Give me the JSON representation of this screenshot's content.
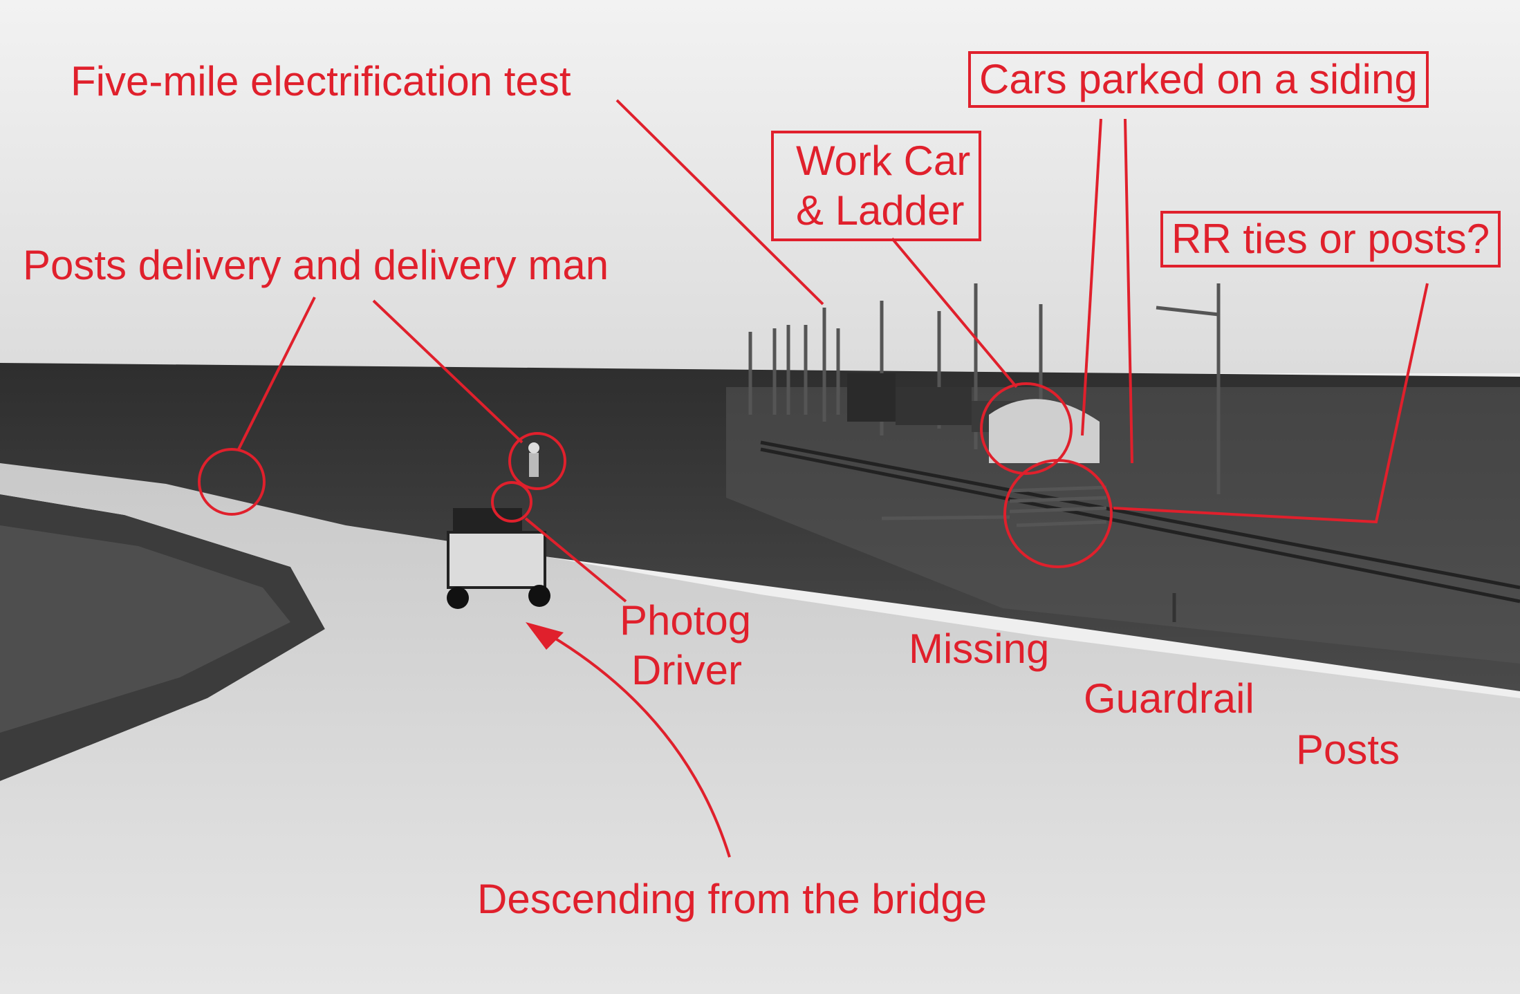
{
  "photo": {
    "kind": "archival-photograph",
    "subject": "dirt road, car, railway line with electric poles"
  },
  "annotations": {
    "five_mile": "Five-mile electrification test",
    "cars_parked": "Cars parked on a siding",
    "work_car_line1": "Work Car",
    "work_car_line2": "&  Ladder",
    "rr_ties": "RR ties or posts?",
    "posts_delivery": "Posts delivery and delivery man",
    "photog": "Photog",
    "driver": "Driver",
    "missing": "Missing",
    "guardrail": "Guardrail",
    "posts": "Posts",
    "descending": "Descending from the bridge"
  },
  "colors": {
    "annotation": "#e0202c",
    "sky": "#efefef",
    "field": "#3a3a3a",
    "road": "#d8d8d8"
  }
}
